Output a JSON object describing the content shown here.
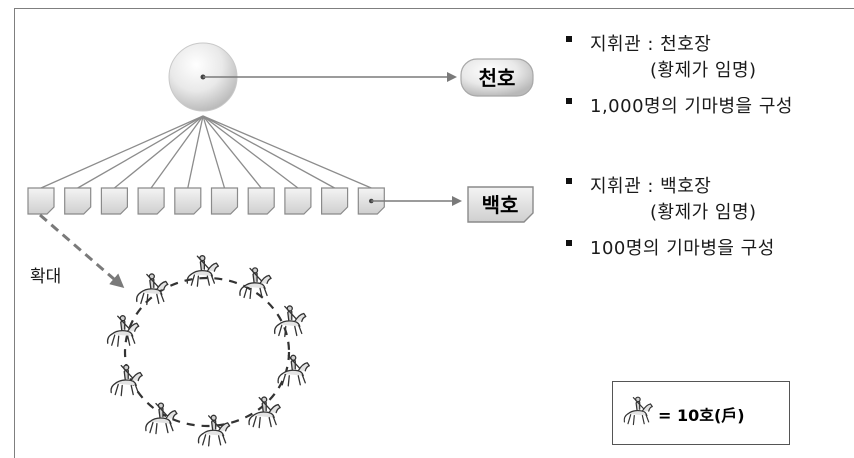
{
  "top_unit": {
    "label": "천호",
    "bullets": [
      {
        "text": "지휘관 : 천호장",
        "sub": "(황제가 임명)"
      },
      {
        "text": "1,000명의 기마병을 구성",
        "sub": ""
      }
    ]
  },
  "sub_unit": {
    "label": "백호",
    "count": 10,
    "bullets": [
      {
        "text": "지휘관 : 백호장",
        "sub": "(황제가 임명)"
      },
      {
        "text": "100명의 기마병을 구성",
        "sub": ""
      }
    ]
  },
  "expand": {
    "label": "확대",
    "rider_count": 10,
    "rider_icon": "horse-rider-icon"
  },
  "legend": {
    "icon": "horse-rider-icon",
    "text": "= 10호(戶)"
  },
  "colors": {
    "frame": "#7f7f7f",
    "line": "#8c8c8c",
    "dash": "#7a7a7a",
    "ink": "#111111"
  }
}
